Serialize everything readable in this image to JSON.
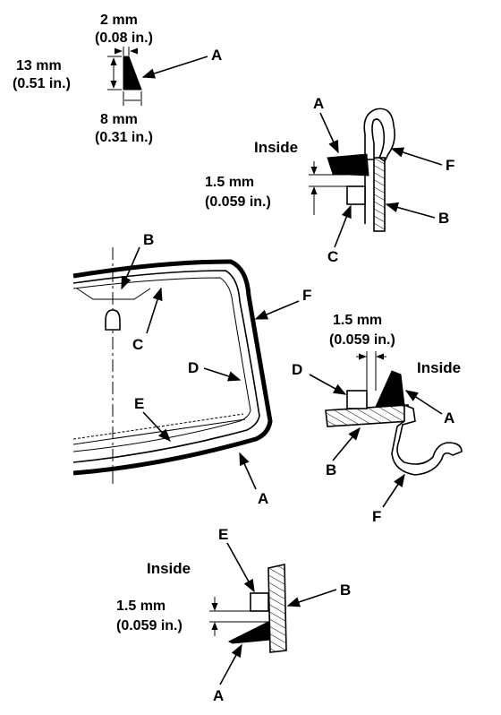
{
  "dimensions": {
    "top_width": "2 mm",
    "top_width_in": "(0.08 in.)",
    "height": "13 mm",
    "height_in": "(0.51 in.)",
    "base_width": "8 mm",
    "base_width_in": "(0.31 in.)",
    "gap": "1.5 mm",
    "gap_in": "(0.059 in.)"
  },
  "labels": {
    "inside": "Inside",
    "a": "A",
    "b": "B",
    "c": "C",
    "d": "D",
    "e": "E",
    "f": "F"
  }
}
